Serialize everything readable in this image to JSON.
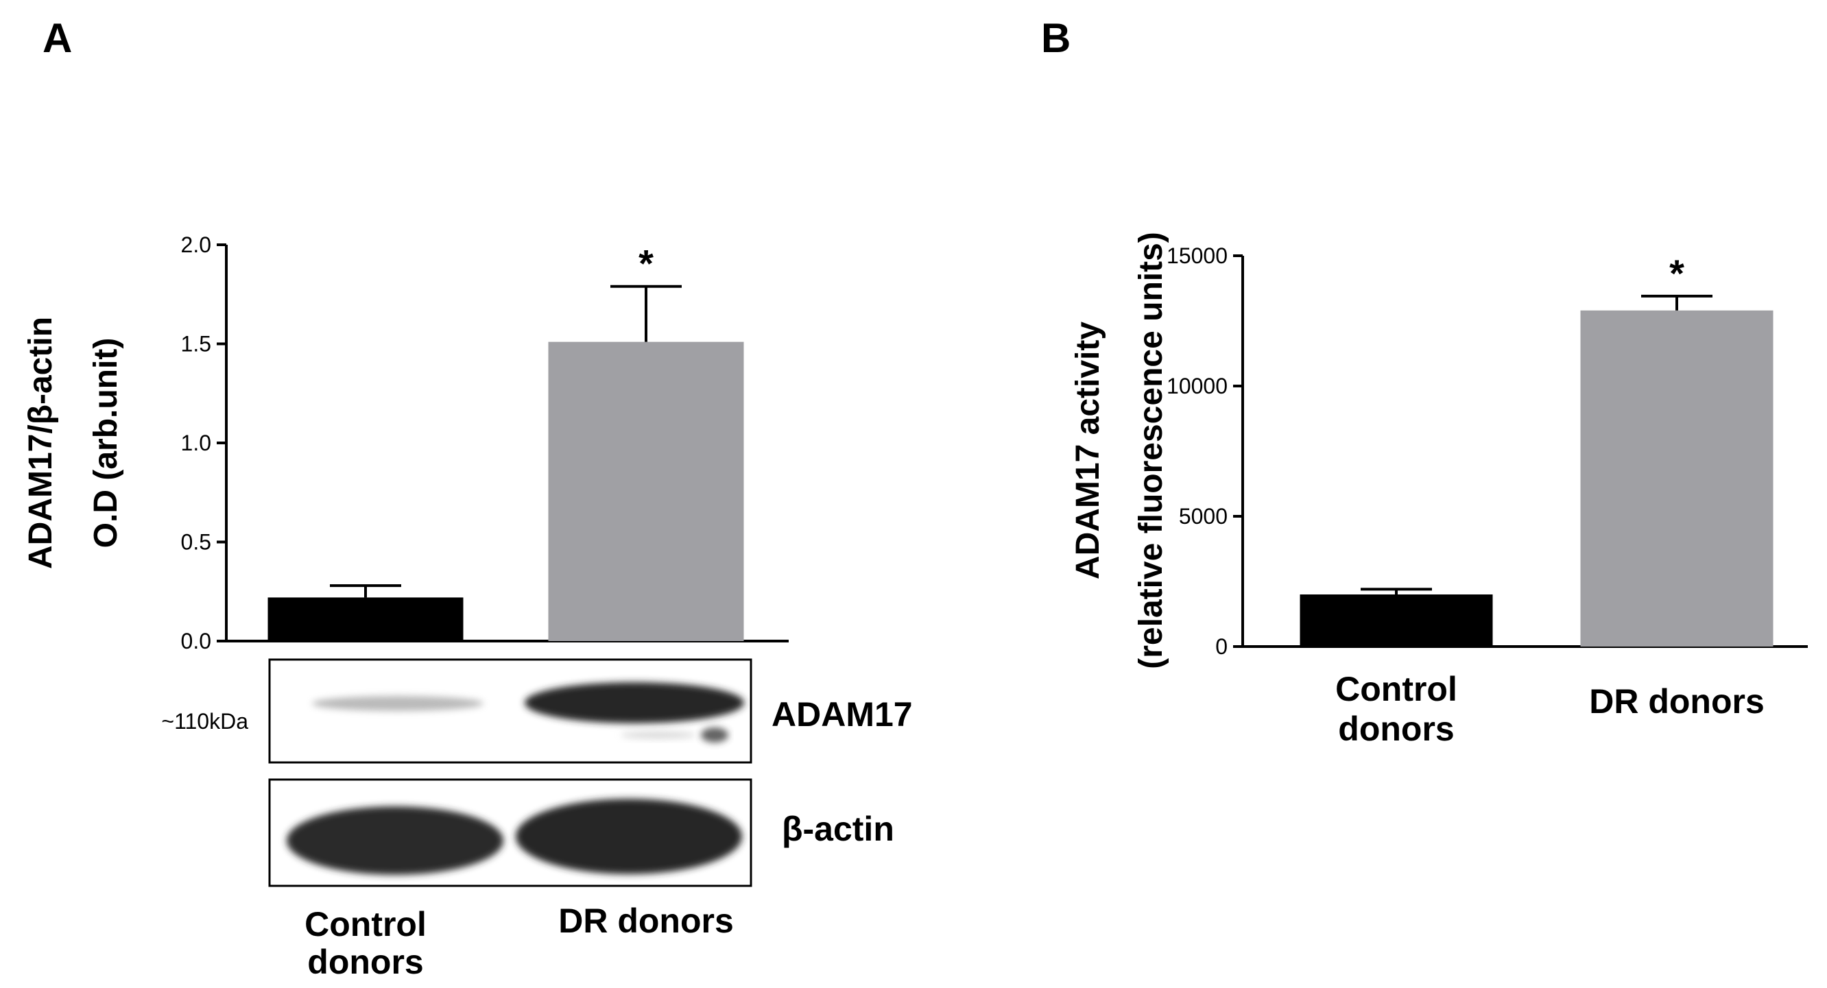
{
  "panels": {
    "a": {
      "letter": "A"
    },
    "b": {
      "letter": "B"
    }
  },
  "chart_data": [
    {
      "type": "bar",
      "panel": "A",
      "categories": [
        "Control donors",
        "DR donors"
      ],
      "category_lines": [
        [
          "Control",
          "donors"
        ],
        [
          "DR donors"
        ]
      ],
      "values": [
        0.22,
        1.51
      ],
      "errors": [
        0.06,
        0.28
      ],
      "significance": [
        "",
        "*"
      ],
      "colors": [
        "#000000",
        "#a0a0a4"
      ],
      "ylabel_lines": [
        "ADAM17/β-actin",
        "O.D (arb.unit)"
      ],
      "ylim": [
        0,
        2.0
      ],
      "yticks": [
        "0.0",
        "0.5",
        "1.0",
        "1.5",
        "2.0"
      ],
      "grid": false,
      "blot": {
        "bands": [
          {
            "label": "ADAM17",
            "marker": "~110kDa"
          },
          {
            "label": "β-actin",
            "marker": ""
          }
        ]
      }
    },
    {
      "type": "bar",
      "panel": "B",
      "categories": [
        "Control donors",
        "DR donors"
      ],
      "category_lines": [
        [
          "Control",
          "donors"
        ],
        [
          "DR donors"
        ]
      ],
      "values": [
        2000,
        12900
      ],
      "errors": [
        200,
        550
      ],
      "significance": [
        "",
        "*"
      ],
      "colors": [
        "#000000",
        "#a0a0a4"
      ],
      "ylabel_lines": [
        "ADAM17 activity",
        "(relative fluorescence units)"
      ],
      "ylim": [
        0,
        15000
      ],
      "yticks": [
        "0",
        "5000",
        "10000",
        "15000"
      ],
      "grid": false
    }
  ]
}
